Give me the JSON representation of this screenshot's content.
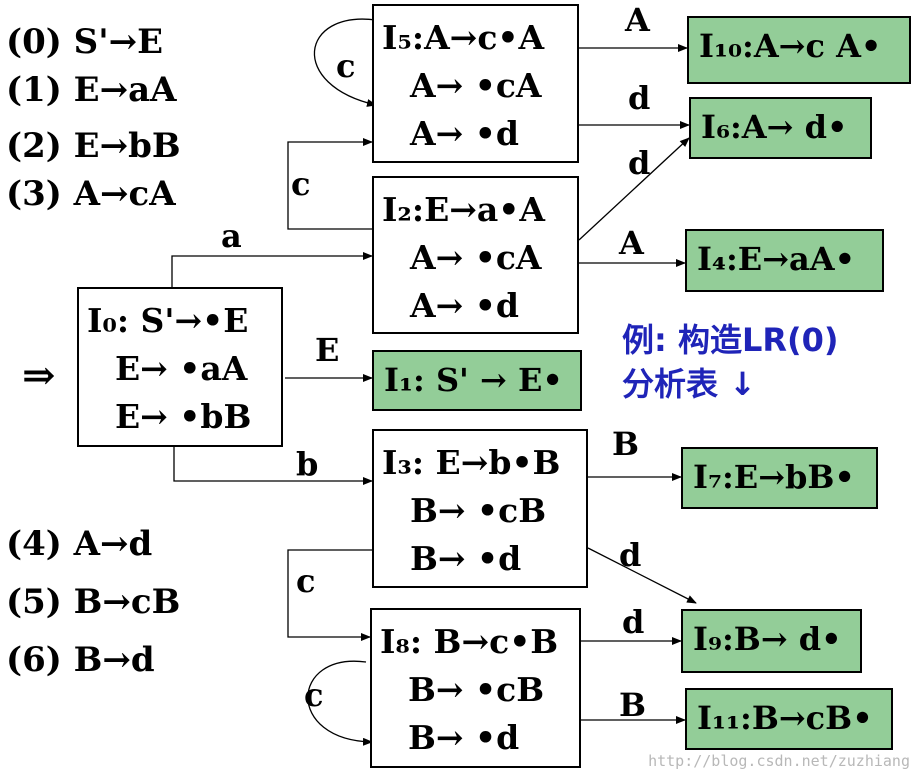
{
  "productions": [
    "(0) S'→E",
    "(1) E→aA",
    "(2) E→bB",
    "(3) A→cA",
    "(4) A→d",
    "(5) B→cB",
    "(6) B→d"
  ],
  "states": {
    "I0": [
      "I₀: S'→•E",
      "E→ •aA",
      "E→ •bB"
    ],
    "I1": [
      "I₁: S' → E•"
    ],
    "I2": [
      "I₂:E→a•A",
      "A→ •cA",
      "A→ •d"
    ],
    "I3": [
      "I₃: E→b•B",
      "B→ •cB",
      "B→ •d"
    ],
    "I4": [
      "I₄:E→aA•"
    ],
    "I5": [
      "I₅:A→c•A",
      "A→ •cA",
      "A→ •d"
    ],
    "I6": [
      "I₆:A→ d•"
    ],
    "I7": [
      "I₇:E→bB•"
    ],
    "I8": [
      "I₈: B→c•B",
      "B→ •cB",
      "B→ •d"
    ],
    "I9": [
      "I₉:B→ d•"
    ],
    "I10": [
      "I₁₀:A→c A•"
    ],
    "I11": [
      "I₁₁:B→cB•"
    ]
  },
  "transitions": {
    "c_loop5": "c",
    "c_2_5": "c",
    "a_0_2": "a",
    "E_0_1": "E",
    "b_0_3": "b",
    "A_5_10": "A",
    "d_5_6": "d",
    "d_2_6": "d",
    "A_2_4": "A",
    "B_3_7": "B",
    "d_3_9": "d",
    "c_3_8": "c",
    "d_8_9": "d",
    "B_8_11": "B",
    "c_loop8": "c"
  },
  "start_arrow": "⇒",
  "note": [
    "例: 构造LR(0)",
    "分析表 ↓"
  ],
  "watermark": "http://blog.csdn.net/zuzhiang",
  "colors": {
    "final_state": "#93cd98",
    "note": "#1f24b8"
  }
}
